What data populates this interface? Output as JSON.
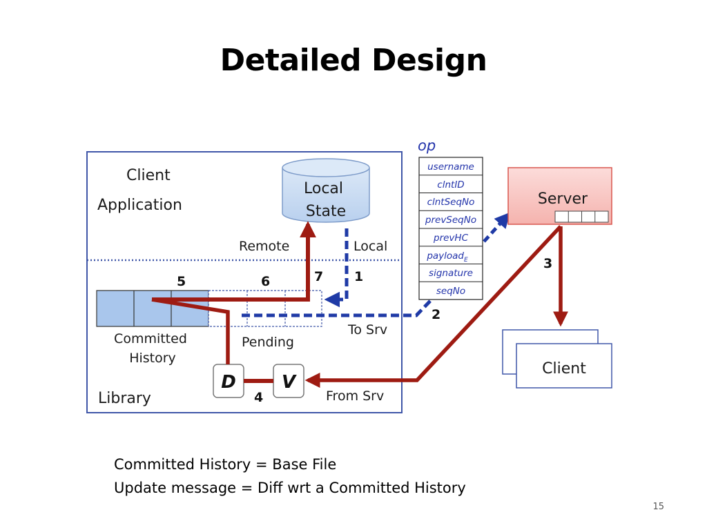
{
  "slide": {
    "title": "Detailed Design",
    "page_number": "15",
    "caption_lines": [
      "Committed History = Base File",
      "Update message = Diff wrt a Committed History"
    ]
  },
  "diagram": {
    "client_application_label": [
      "Client",
      "Application"
    ],
    "local_state_label": [
      "Local",
      "State"
    ],
    "remote_label": "Remote",
    "local_label": "Local",
    "library_label": "Library",
    "committed_history_label": [
      "Committed",
      "History"
    ],
    "pending_label": "Pending",
    "to_srv_label": "To Srv",
    "from_srv_label": "From Srv",
    "server_label": "Server",
    "client_label": "Client",
    "op_label": "op",
    "op_fields": [
      "username",
      "clntID",
      "clntSeqNo",
      "prevSeqNo",
      "prevHC",
      "payload",
      "signature",
      "seqNo"
    ],
    "payload_subscript": "E",
    "gate_d": "D",
    "gate_v": "V",
    "step_numbers": [
      "1",
      "2",
      "3",
      "4",
      "5",
      "6",
      "7"
    ],
    "colors": {
      "frame": "#3f56a8",
      "red_arrow": "#9e1b12",
      "blue_arrow": "#1f3aa6",
      "server_fill": "#f8c6c3",
      "server_border": "#d9574e",
      "db_fill": "#c6daf1",
      "committed_fill": "#a9c6ec"
    }
  }
}
